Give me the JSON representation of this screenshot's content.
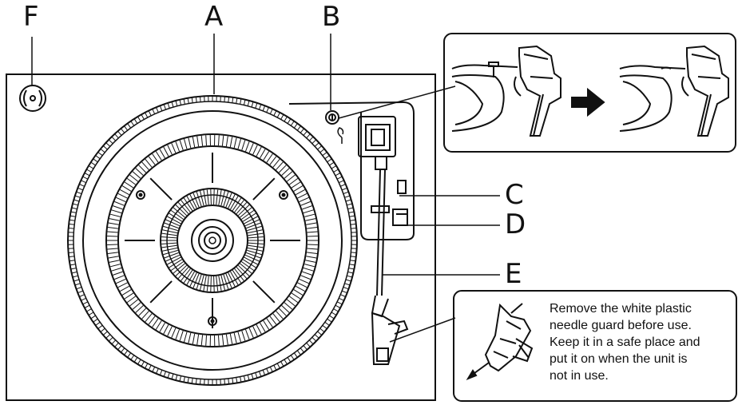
{
  "labels": {
    "a": "A",
    "b": "B",
    "c": "C",
    "d": "D",
    "e": "E",
    "f": "F"
  },
  "note": {
    "lines": [
      "Remove the white plastic",
      "needle guard before use.",
      "Keep it in a safe place and",
      "put it on when the unit is",
      "not in use."
    ]
  },
  "colors": {
    "line": "#111111",
    "background": "#ffffff"
  }
}
